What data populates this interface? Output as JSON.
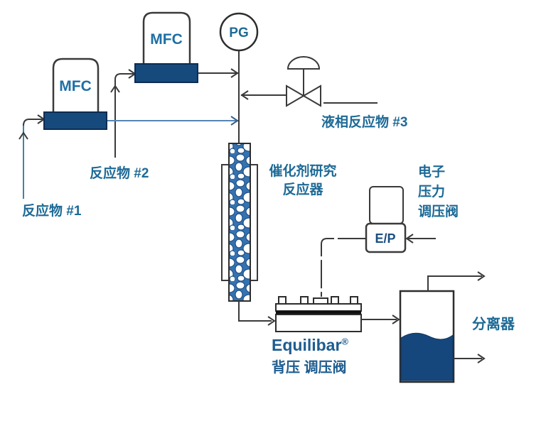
{
  "diagram": {
    "type": "process-flow-diagram",
    "instruments": {
      "mfc1_label": "MFC",
      "mfc2_label": "MFC",
      "pressure_gauge_label": "PG",
      "ep_transducer_label": "E/P"
    },
    "stream_labels": {
      "reactant_1": "反应物 #1",
      "reactant_2": "反应物 #2",
      "liquid_reactant_3": "液相反应物 #3"
    },
    "equipment_labels": {
      "reactor_line1": "催化剂研究",
      "reactor_line2": "反应器",
      "electronic_regulator_line1": "电子",
      "electronic_regulator_line2": "压力",
      "electronic_regulator_line3": "调压阀",
      "equilibar_name": "Equilibar",
      "equilibar_reg_mark": "®",
      "equilibar_sub": "背压 调压阀",
      "separator": "分离器"
    },
    "colors": {
      "line_dark": "#3a3a3a",
      "stream_teal": "#3d85a8",
      "stream_blue": "#5585b5",
      "device_navy": "#164a7c",
      "label_blue": "#1d6a96",
      "brand_navy": "#1e5c8f",
      "instrument_text_blue": "#1e6fa5",
      "ep_text_navy": "#1b4f80",
      "liquid_navy": "#15477d",
      "catalyst_blue": "#3572b0"
    }
  }
}
